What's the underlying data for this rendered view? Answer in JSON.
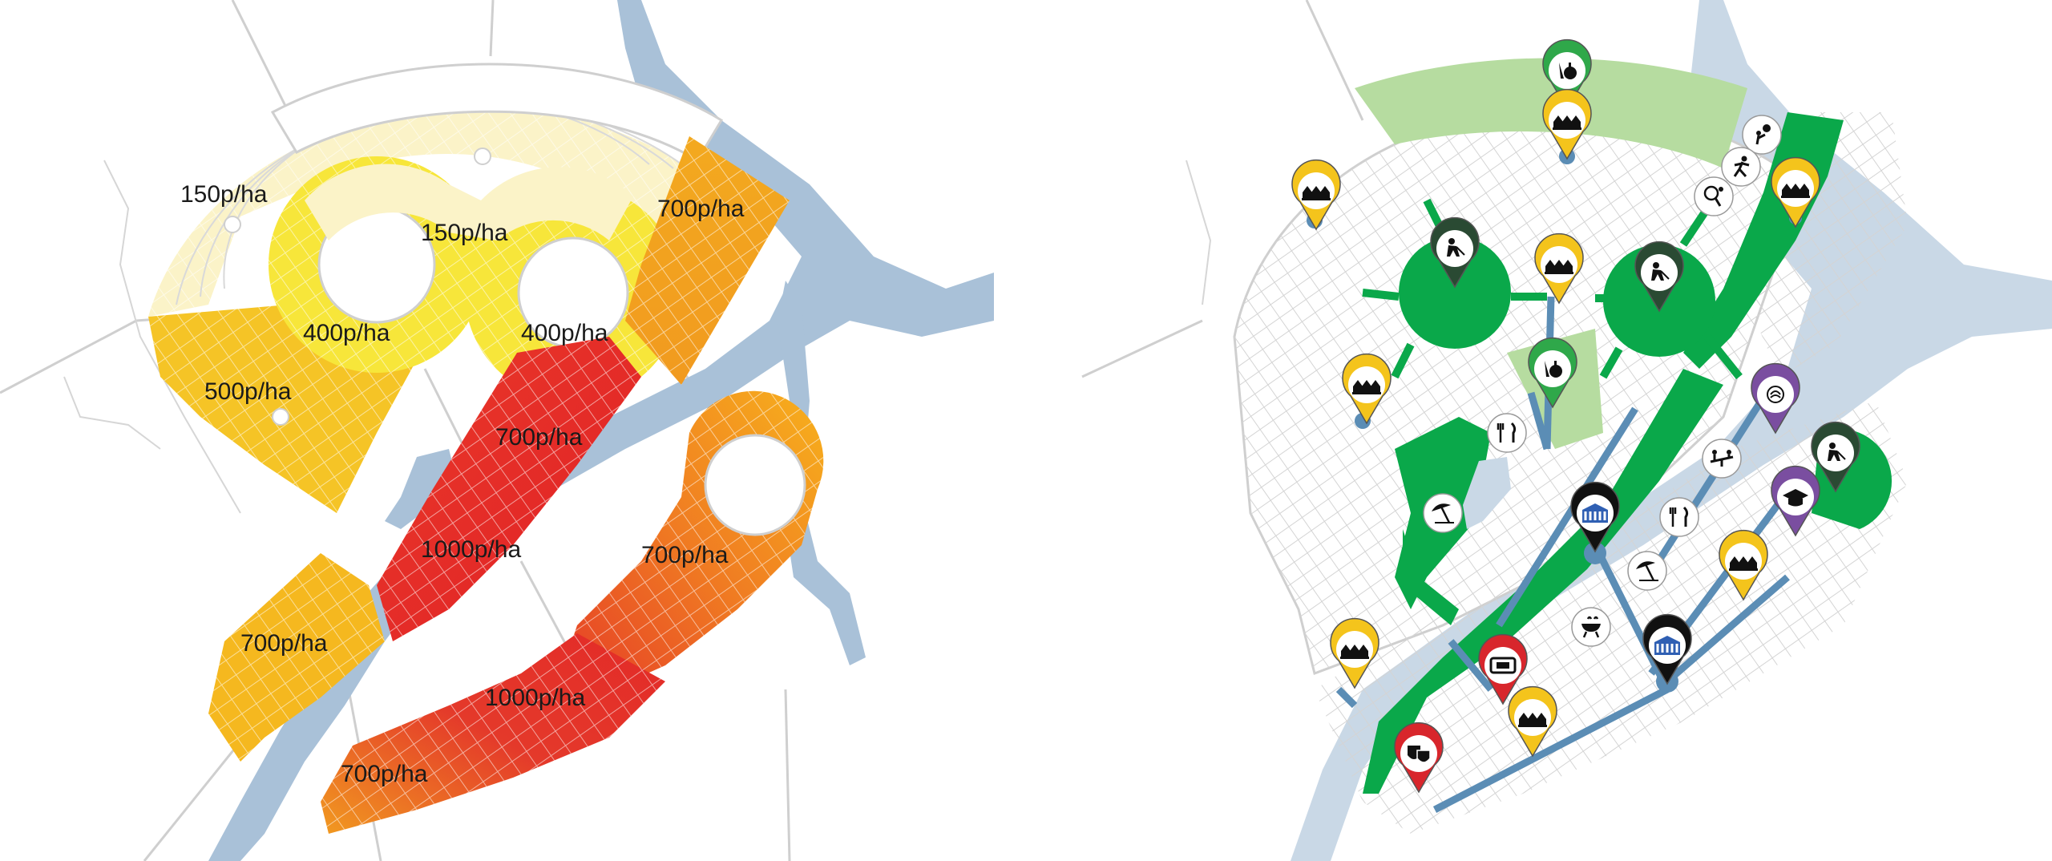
{
  "left_map": {
    "density_labels": [
      {
        "id": "density-label-150-west",
        "text": "150p/ha"
      },
      {
        "id": "density-label-150-center",
        "text": "150p/ha"
      },
      {
        "id": "density-label-700-northeast",
        "text": "700p/ha"
      },
      {
        "id": "density-label-400-west",
        "text": "400p/ha"
      },
      {
        "id": "density-label-400-east",
        "text": "400p/ha"
      },
      {
        "id": "density-label-500",
        "text": "500p/ha"
      },
      {
        "id": "density-label-700-middle",
        "text": "700p/ha"
      },
      {
        "id": "density-label-1000-middle",
        "text": "1000p/ha"
      },
      {
        "id": "density-label-700-east",
        "text": "700p/ha"
      },
      {
        "id": "density-label-700-southwest",
        "text": "700p/ha"
      },
      {
        "id": "density-label-1000-south",
        "text": "1000p/ha"
      },
      {
        "id": "density-label-700-south",
        "text": "700p/ha"
      }
    ],
    "colors": {
      "low": "#fbf3c8",
      "medium": "#f7e63a",
      "medium_high": "#f5c426",
      "high": "#f3a91f",
      "very_high": "#e53526",
      "water": "#a9c1d8"
    }
  },
  "right_map": {
    "colors": {
      "park": "#0aa84a",
      "light_park": "#b6dca0",
      "water": "#c9d8e6",
      "axis": "#5b8db5",
      "pin_yellow": "#f4c41c",
      "pin_green": "#2fa84a",
      "pin_dark": "#2a4a33",
      "pin_red": "#d8262c",
      "pin_purple": "#7a4ea0",
      "pin_black": "#111111"
    },
    "pins": [
      {
        "id": "pin-housing-nw",
        "icon": "housing-icon",
        "color": "pin_yellow"
      },
      {
        "id": "pin-market-top",
        "icon": "market-icon",
        "color": "pin_green"
      },
      {
        "id": "pin-housing-top",
        "icon": "housing-icon",
        "color": "pin_yellow"
      },
      {
        "id": "pin-housing-ne",
        "icon": "housing-icon",
        "color": "pin_yellow"
      },
      {
        "id": "pin-gardening-west",
        "icon": "gardening-icon",
        "color": "pin_dark"
      },
      {
        "id": "pin-housing-center",
        "icon": "housing-icon",
        "color": "pin_yellow"
      },
      {
        "id": "pin-gardening-east",
        "icon": "gardening-icon",
        "color": "pin_dark"
      },
      {
        "id": "pin-housing-west",
        "icon": "housing-icon",
        "color": "pin_yellow"
      },
      {
        "id": "pin-market-center",
        "icon": "market-icon",
        "color": "pin_green"
      },
      {
        "id": "pin-science-east",
        "icon": "brain-icon",
        "color": "pin_purple"
      },
      {
        "id": "pin-gardening-far-east",
        "icon": "gardening-icon",
        "color": "pin_dark"
      },
      {
        "id": "pin-education-east",
        "icon": "graduation-cap-icon",
        "color": "pin_purple"
      },
      {
        "id": "pin-civic-center",
        "icon": "civic-building-icon",
        "color": "pin_black"
      },
      {
        "id": "pin-housing-east",
        "icon": "housing-icon",
        "color": "pin_yellow"
      },
      {
        "id": "pin-civic-south",
        "icon": "civic-building-icon",
        "color": "pin_black"
      },
      {
        "id": "pin-housing-sw",
        "icon": "housing-icon",
        "color": "pin_yellow"
      },
      {
        "id": "pin-cinema",
        "icon": "cinema-icon",
        "color": "pin_red"
      },
      {
        "id": "pin-housing-south",
        "icon": "housing-icon",
        "color": "pin_yellow"
      },
      {
        "id": "pin-theatre",
        "icon": "theatre-masks-icon",
        "color": "pin_red"
      }
    ],
    "circle_icons": [
      {
        "id": "icon-volleyball",
        "icon": "volleyball-icon"
      },
      {
        "id": "icon-running",
        "icon": "running-icon"
      },
      {
        "id": "icon-tennis",
        "icon": "tennis-icon"
      },
      {
        "id": "icon-restaurant-west",
        "icon": "restaurant-icon"
      },
      {
        "id": "icon-beach-west",
        "icon": "beach-umbrella-icon"
      },
      {
        "id": "icon-playground",
        "icon": "playground-icon"
      },
      {
        "id": "icon-restaurant-east",
        "icon": "restaurant-icon"
      },
      {
        "id": "icon-beach-center",
        "icon": "beach-umbrella-icon"
      },
      {
        "id": "icon-barbecue",
        "icon": "barbecue-icon"
      }
    ]
  }
}
